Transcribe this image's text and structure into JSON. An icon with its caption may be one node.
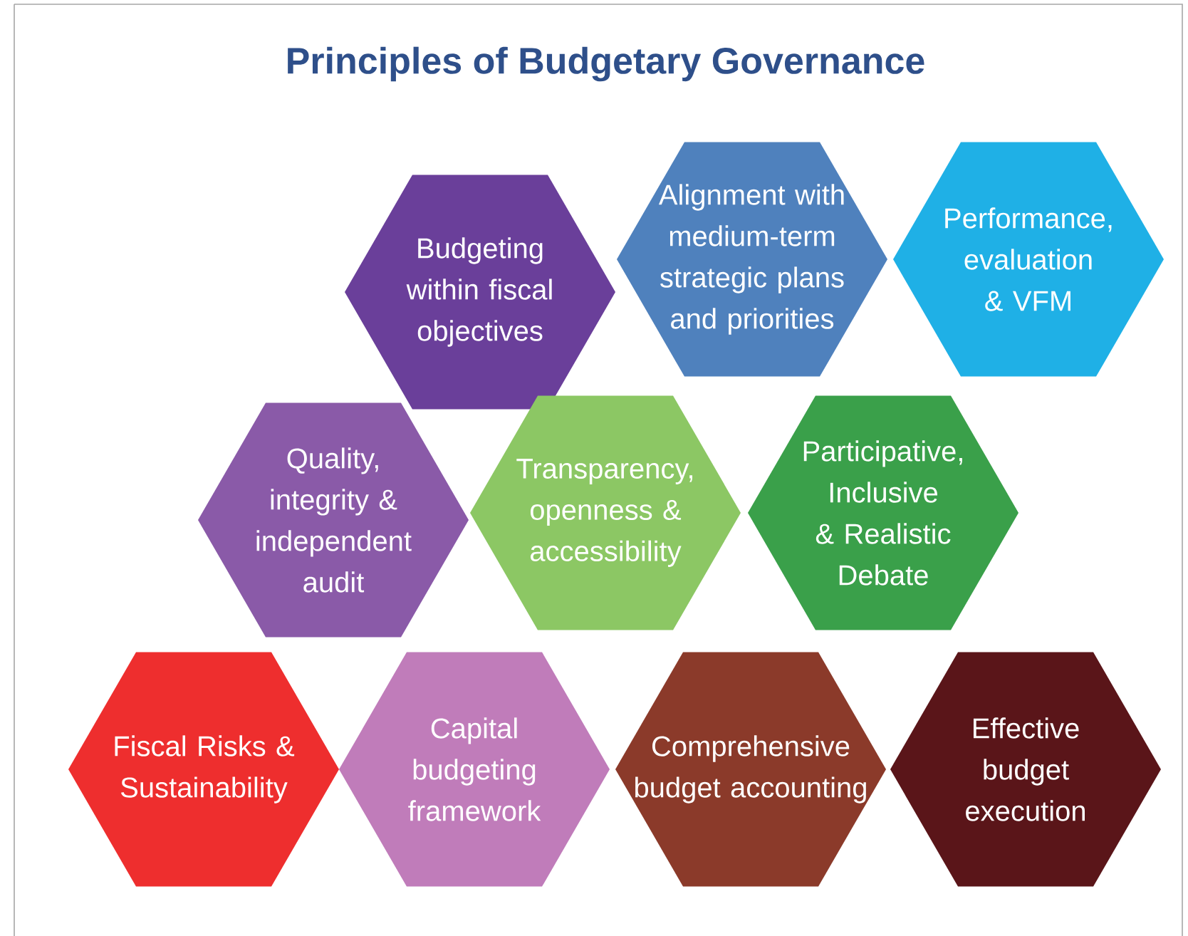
{
  "diagram": {
    "title": "Principles of Budgetary Governance",
    "nodes": [
      {
        "text": [
          "Budgeting within fiscal objectives"
        ]
      },
      {
        "text": [
          "Alignment with medium-term strategic plans and priorities"
        ]
      },
      {
        "text": [
          "Performance, evaluation & VFM"
        ]
      },
      {
        "text": [
          "Quality, integrity & independent audit"
        ]
      },
      {
        "text": [
          "Transparency, openness & accessibility"
        ]
      },
      {
        "text": [
          "Participative, Inclusive & Realistic Debate"
        ]
      },
      {
        "text": [
          "Fiscal Risks & Sustainability"
        ]
      },
      {
        "text": [
          "Capital budgeting framework"
        ]
      },
      {
        "text": [
          "Comprehensive budget accounting"
        ]
      },
      {
        "text": [
          "Effective budget execution"
        ]
      }
    ]
  }
}
